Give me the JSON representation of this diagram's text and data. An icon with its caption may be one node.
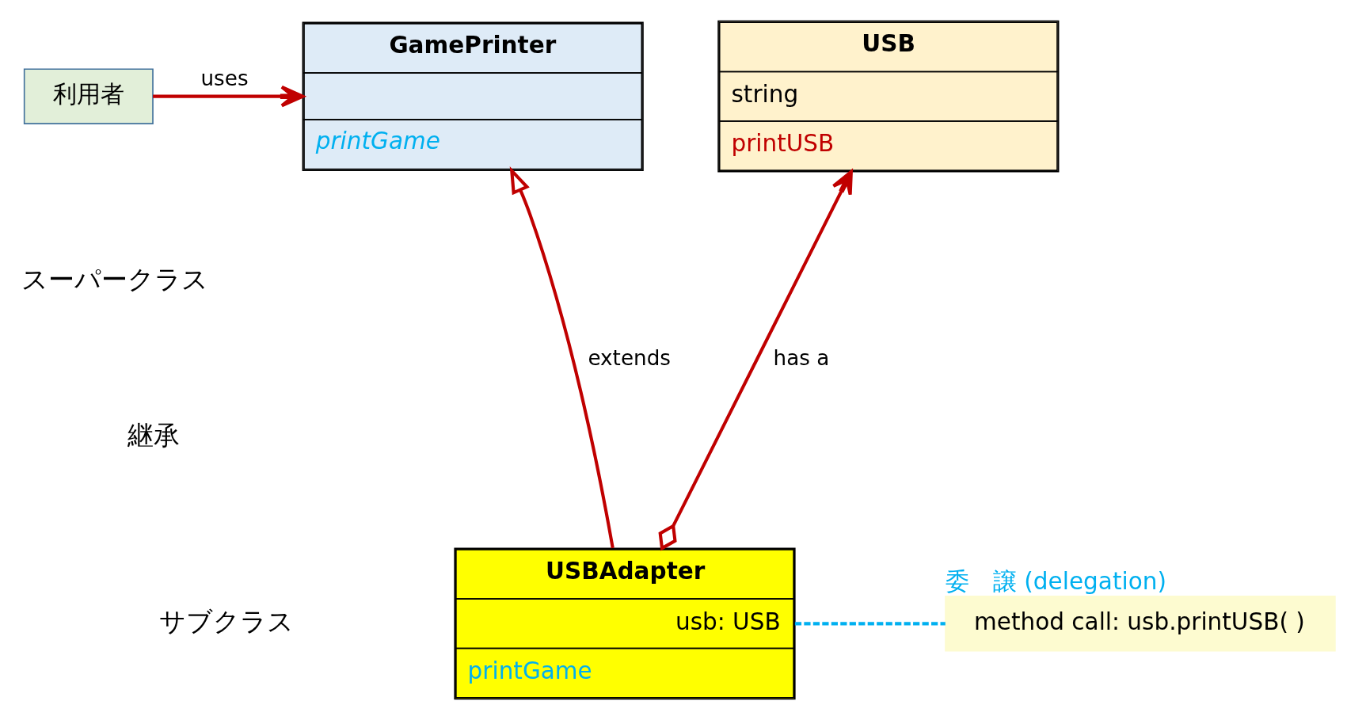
{
  "diagram": {
    "nodes": [
      {
        "text": [
          "利用者"
        ]
      },
      {
        "text": [
          "GamePrinter",
          "printGame"
        ]
      },
      {
        "text": [
          "USB",
          "string",
          "printUSB"
        ]
      },
      {
        "text": [
          "USBAdapter",
          "usb: USB",
          "printGame"
        ]
      },
      {
        "text": [
          "method call: usb.printUSB( )"
        ],
        "beside": [
          "委　譲 (delegation)"
        ]
      }
    ],
    "edges": [
      {
        "from": 0,
        "to": 1,
        "arrow": "to",
        "label": "uses"
      },
      {
        "from": 3,
        "to": 1,
        "arrow": "to",
        "label": "extends"
      },
      {
        "from": 3,
        "to": 2,
        "arrow": "to",
        "label": "has a"
      },
      {
        "from": 3,
        "to": 4,
        "arrow": "none",
        "style": "dashed",
        "color": "#00b0f0"
      }
    ],
    "labels": [
      "スーパークラス",
      "継承",
      "サブクラス"
    ]
  }
}
